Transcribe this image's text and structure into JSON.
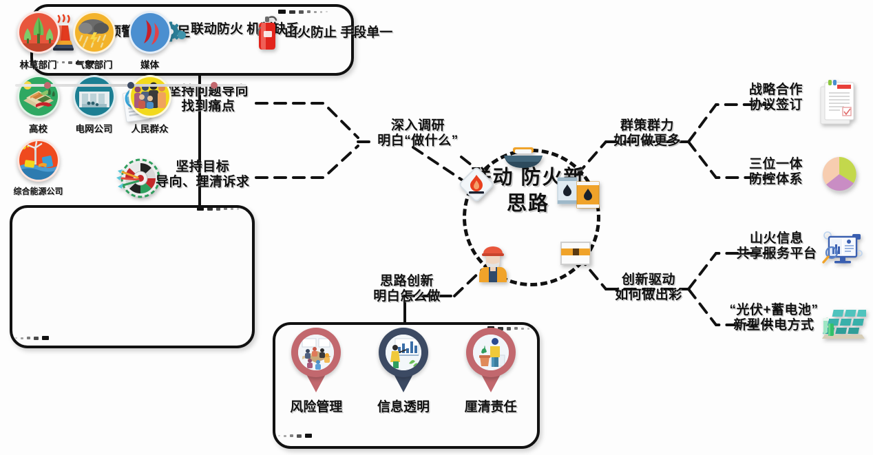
{
  "center": {
    "title_lines": [
      "联动",
      "防火新",
      "思路"
    ],
    "badges": [
      {
        "name": "fire-diamond-badge"
      },
      {
        "name": "oil-barrel-badge"
      },
      {
        "name": "pot-badge"
      },
      {
        "name": "worker-badge"
      },
      {
        "name": "crate-badge"
      }
    ]
  },
  "problems_panel": {
    "items": [
      {
        "icon": "alarm-siren-icon",
        "lines": [
          "山火预警",
          "手段不足"
        ]
      },
      {
        "icon": "gears-icon",
        "lines": [
          "联动防火",
          "机制缺乏"
        ]
      },
      {
        "icon": "fire-extinguisher-icon",
        "lines": [
          "山火防止",
          "手段单一"
        ]
      }
    ]
  },
  "branches": [
    {
      "id": "research",
      "lines": [
        "深入调研",
        "明白“做什么”"
      ],
      "leaves": [
        {
          "icon": "magnifier-report-icon",
          "lines": [
            "坚持问题导向",
            "找到痛点"
          ]
        },
        {
          "icon": "dartboard-icon",
          "lines": [
            "坚持目标",
            "导向、理清诉求"
          ]
        }
      ]
    },
    {
      "id": "collective",
      "lines": [
        "群策群力",
        "如何做更多"
      ],
      "leaves": [
        {
          "icon": "document-check-icon",
          "lines": [
            "战略合作",
            "协议签订"
          ]
        },
        {
          "icon": "pie-chart-icon",
          "lines": [
            "三位一体",
            "防控体系"
          ]
        }
      ]
    },
    {
      "id": "thinking",
      "lines": [
        "思路创新",
        "明白怎么做"
      ],
      "leaves": []
    },
    {
      "id": "innovation",
      "lines": [
        "创新驱动",
        "如何做出彩"
      ],
      "leaves": [
        {
          "icon": "dashboard-monitor-icon",
          "lines": [
            "山火信息",
            "共享服务平台"
          ]
        },
        {
          "icon": "solar-panel-icon",
          "lines": [
            "“光伏+蓄电池”",
            "新型供电方式"
          ]
        }
      ]
    }
  ],
  "stakeholders": {
    "items": [
      {
        "label": "林草部门",
        "icon": "forest-icon",
        "color": "#e8563c"
      },
      {
        "label": "气象部门",
        "icon": "storm-icon",
        "color": "#f3b32b"
      },
      {
        "label": "媒体",
        "icon": "media-icon",
        "color": "#4b8fd0"
      },
      {
        "label": "高校",
        "icon": "campus-icon",
        "color": "#2fa862"
      },
      {
        "label": "电网公司",
        "icon": "powergrid-icon",
        "color": "#1d7f93"
      },
      {
        "label": "人民群众",
        "icon": "people-icon",
        "color": "#f2d91c"
      },
      {
        "label": "综合能源公司",
        "icon": "energy-icon",
        "color": "#ef4a1e"
      }
    ]
  },
  "pins": {
    "items": [
      {
        "label": "风险管理",
        "icon": "meeting-icon",
        "color": "#c2686e"
      },
      {
        "label": "信息透明",
        "icon": "presentation-icon",
        "color": "#3c4a63"
      },
      {
        "label": "厘清责任",
        "icon": "person-plant-icon",
        "color": "#c2686e"
      }
    ]
  },
  "palette": {
    "ink": "#111111",
    "rose": "#c2686e",
    "navy": "#3c4a63",
    "amber": "#f0a32a",
    "fire_red": "#e8401f"
  }
}
